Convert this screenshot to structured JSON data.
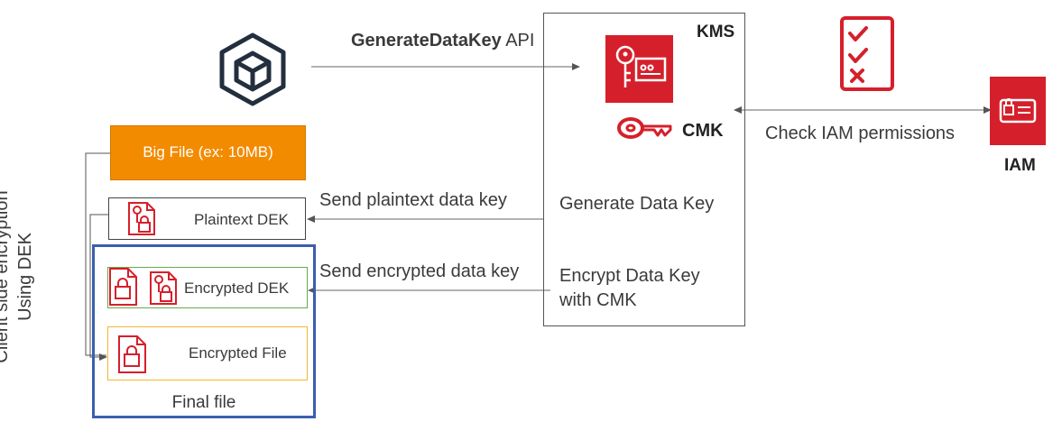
{
  "api_call": {
    "bold": "GenerateDataKey",
    "rest": " API"
  },
  "kms": {
    "title": "KMS",
    "cmk_label": "CMK",
    "generate_label": "Generate Data Key",
    "encrypt_line1": "Encrypt Data Key",
    "encrypt_line2": "with CMK"
  },
  "iam": {
    "check_label": "Check IAM permissions",
    "label": "IAM"
  },
  "client": {
    "big_file": "Big File (ex: 10MB)",
    "plaintext_dek": "Plaintext DEK",
    "encrypted_dek": "Encrypted DEK",
    "encrypted_file": "Encrypted File",
    "final_file": "Final file",
    "side_line1": "Client side encryption",
    "side_line2": "Using DEK"
  },
  "flows": {
    "send_plaintext": "Send plaintext data key",
    "send_encrypted": "Send encrypted data key"
  },
  "colors": {
    "aws_red": "#d5202b",
    "orange": "#f38b00",
    "green": "#6aa84f",
    "yellow": "#f2b632",
    "blue": "#3a5fad",
    "navy": "#232f3e"
  },
  "icons": [
    "sdk-cube-icon",
    "kms-key-icon",
    "cmk-key-icon",
    "checklist-icon",
    "iam-icon",
    "lock-file-icon"
  ]
}
